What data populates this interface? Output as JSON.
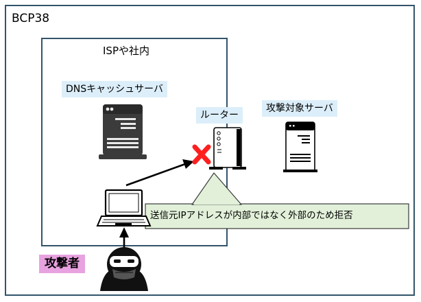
{
  "outer_title": "BCP38",
  "inner_title": "ISPや社内",
  "labels": {
    "dns": "DNSキャッシュサーバ",
    "router": "ルーター",
    "target": "攻撃対象サーバ",
    "attacker": "攻撃者"
  },
  "callout": "送信元IPアドレスが内部ではなく外部のため拒否",
  "colors": {
    "border": "#31546b",
    "label_bg": "#dceef9",
    "callout_bg": "#e2f0d9",
    "callout_border": "#3a3a3a",
    "attacker_bg": "#e7a2df",
    "block_x": "#ff1f1f"
  },
  "icons": [
    "dns-server-icon",
    "router-icon",
    "target-server-icon",
    "laptop-icon",
    "blocked-x-icon",
    "hacker-icon"
  ]
}
